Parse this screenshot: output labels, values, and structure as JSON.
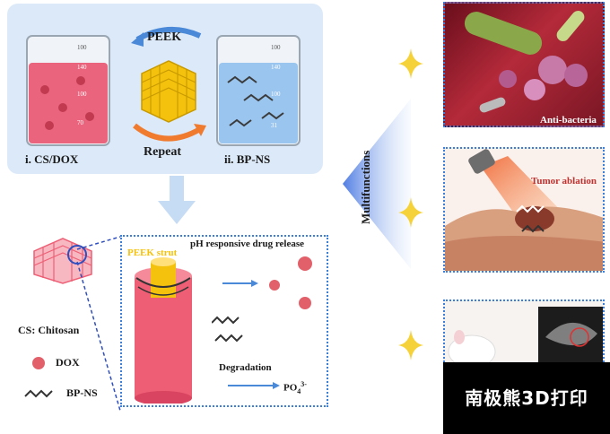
{
  "top": {
    "peek_label": "PEEK",
    "repeat_label": "Repeat",
    "beaker_left_label": "i. CS/DOX",
    "beaker_right_label": "ii. BP-NS",
    "beaker_ticks_left": [
      "100",
      "140",
      "100",
      "70"
    ],
    "beaker_ticks_right": [
      "100",
      "140",
      "100",
      "31"
    ]
  },
  "bottom": {
    "peek_strut_label": "PEEK strut",
    "ph_label": "pH responsive drug release",
    "degradation_label": "Degradation",
    "po4_label": "PO",
    "po4_sub": "4",
    "po4_sup": "3-"
  },
  "legend": {
    "cs_label": "CS: Chitosan",
    "dox_label": "DOX",
    "bpns_label": "BP-NS"
  },
  "center": {
    "multifunctions_label": "Multifunctions"
  },
  "panels": {
    "anti_bacteria_label": "Anti-bacteria",
    "tumor_label": "Tumor ablation"
  },
  "watermark": {
    "text": "南极熊3D打印"
  },
  "colors": {
    "panel_bg": "#dce9f8",
    "dotted_border": "#3d7ed8",
    "dox_red": "#e2606a",
    "scaffold_pink": "#ee5f75",
    "peek_yellow": "#f4c20d",
    "arrow_blue": "#4a89d8",
    "arrow_orange": "#f07a2e",
    "tumor_label_red": "#c0302e"
  }
}
